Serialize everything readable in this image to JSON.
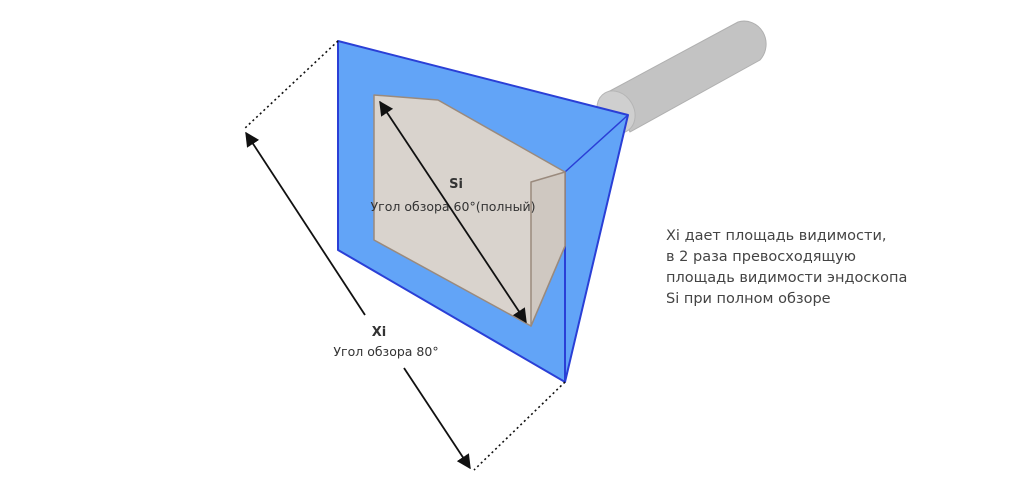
{
  "diagram": {
    "inner_label": {
      "name": "Si",
      "angle_text": "Угол обзора 60°(полный)"
    },
    "outer_label": {
      "name": "Xi",
      "angle_text": "Угол обзора 80°"
    },
    "note_lines": [
      "Xi дает площадь видимости,",
      "в 2 раза превосходящую",
      "площадь видимости эндоскопа",
      "Si при полном обзоре"
    ],
    "colors": {
      "outer_field": "#62a4f7",
      "outer_edge": "#2a3fd6",
      "inner_field": "#d9d3cd",
      "inner_side": "#cfc8c1",
      "inner_edge": "#9a8a7d",
      "scope_body": "#c3c3c3",
      "scope_end": "#cfcfcf",
      "dimension_lines": "#111111"
    },
    "icons": [
      "endoscope-cylinder-icon",
      "double-arrow-icon"
    ]
  }
}
